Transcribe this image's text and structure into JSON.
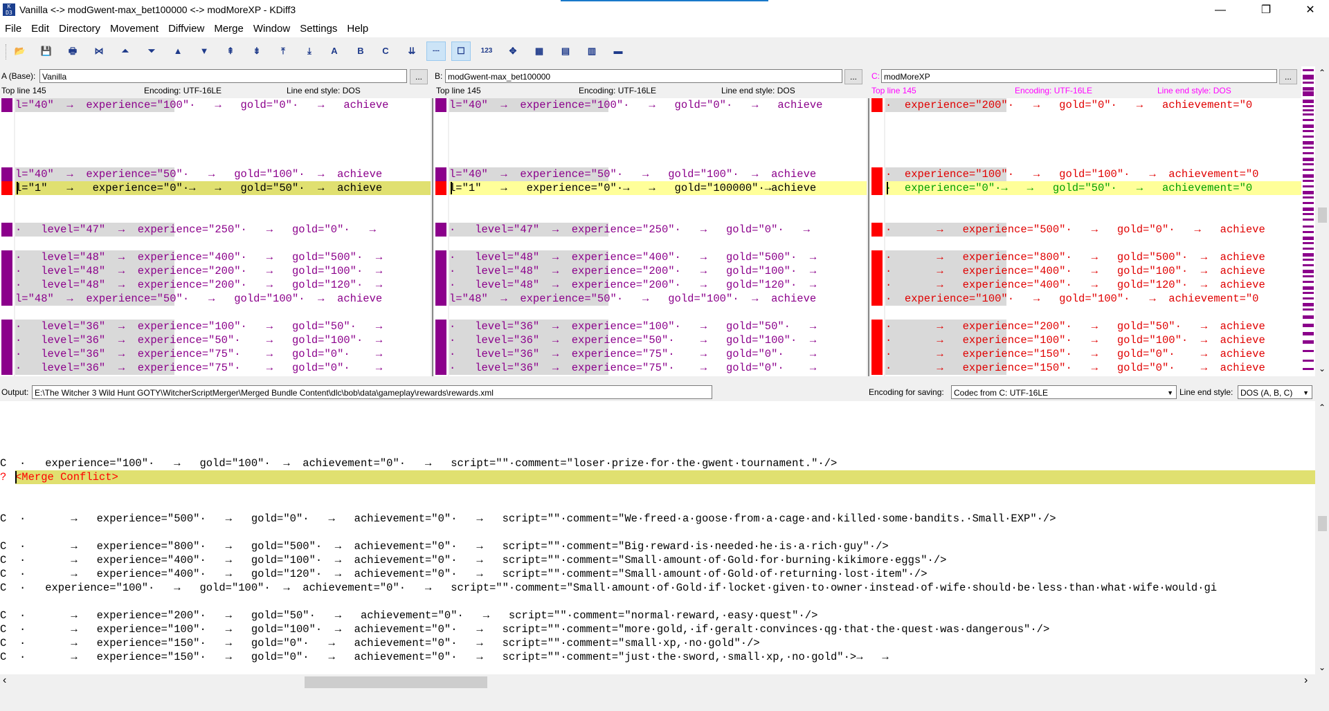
{
  "window": {
    "title": "Vanilla <-> modGwent-max_bet100000 <-> modMoreXP - KDiff3",
    "icon_text": "KDiff3",
    "minimize_glyph": "—",
    "maximize_glyph": "❐",
    "close_glyph": "✕"
  },
  "menu": [
    "File",
    "Edit",
    "Directory",
    "Movement",
    "Diffview",
    "Merge",
    "Window",
    "Settings",
    "Help"
  ],
  "toolbar": {
    "icons": [
      {
        "name": "open-icon",
        "glyph": "📂"
      },
      {
        "name": "save-icon",
        "glyph": "💾"
      },
      {
        "name": "print-icon",
        "glyph": "🖶"
      },
      {
        "name": "go-current-icon",
        "glyph": "⋈"
      },
      {
        "name": "go-top-icon",
        "glyph": "⏶"
      },
      {
        "name": "go-bottom-icon",
        "glyph": "⏷"
      },
      {
        "name": "prev-delta-icon",
        "glyph": "▲"
      },
      {
        "name": "next-delta-icon",
        "glyph": "▼"
      },
      {
        "name": "prev-conflict-icon",
        "glyph": "⇞"
      },
      {
        "name": "next-conflict-icon",
        "glyph": "⇟"
      },
      {
        "name": "prev-unsolved-icon",
        "glyph": "⤒"
      },
      {
        "name": "next-unsolved-icon",
        "glyph": "⤓"
      },
      {
        "name": "select-a-icon",
        "glyph": "A"
      },
      {
        "name": "select-b-icon",
        "glyph": "B"
      },
      {
        "name": "select-c-icon",
        "glyph": "C"
      },
      {
        "name": "auto-advance-icon",
        "glyph": "⇊"
      },
      {
        "name": "show-whitespace-icon",
        "glyph": "---"
      },
      {
        "name": "show-whitespace-chars-icon",
        "glyph": "☐"
      },
      {
        "name": "line-numbers-icon",
        "glyph": "123"
      },
      {
        "name": "overview-icon",
        "glyph": "✥"
      },
      {
        "name": "window-split-icon",
        "glyph": "▦"
      },
      {
        "name": "window-split-2-icon",
        "glyph": "▤"
      },
      {
        "name": "window-split-3-icon",
        "glyph": "▥"
      },
      {
        "name": "toggle-icon",
        "glyph": "▬"
      }
    ]
  },
  "panes": {
    "a": {
      "label": "A (Base):",
      "path": "Vanilla",
      "top_line": "Top line 145",
      "encoding": "Encoding: UTF-16LE",
      "line_end": "Line end style: DOS"
    },
    "b": {
      "label": "B:",
      "path": "modGwent-max_bet100000",
      "top_line": "Top line 145",
      "encoding": "Encoding: UTF-16LE",
      "line_end": "Line end style: DOS"
    },
    "c": {
      "label": "C:",
      "path": "modMoreXP",
      "top_line": "Top line 145",
      "encoding": "Encoding: UTF-16LE",
      "line_end": "Line end style: DOS"
    },
    "dots": "..."
  },
  "lines_a": [
    {
      "row": 0,
      "text": "l=\"40\"  →  experience=\"100\"·   →   gold=\"0\"·   →   achieve"
    },
    {
      "row": 5,
      "text": "l=\"40\"  →  experience=\"50\"·   →   gold=\"100\"·  →  achieve"
    },
    {
      "row": 6,
      "text": "l=\"1\"   →   experience=\"0\"·→   →   gold=\"50\"·  →  achieve"
    },
    {
      "row": 9,
      "text": "·   level=\"47\"  →  experience=\"250\"·   →   gold=\"0\"·   →"
    },
    {
      "row": 11,
      "text": "·   level=\"48\"  →  experience=\"400\"·   →   gold=\"500\"·  →"
    },
    {
      "row": 12,
      "text": "·   level=\"48\"  →  experience=\"200\"·   →   gold=\"100\"·  →"
    },
    {
      "row": 13,
      "text": "·   level=\"48\"  →  experience=\"200\"·   →   gold=\"120\"·  →"
    },
    {
      "row": 14,
      "text": "l=\"48\"  →  experience=\"50\"·   →   gold=\"100\"·  →  achieve"
    },
    {
      "row": 16,
      "text": "·   level=\"36\"  →  experience=\"100\"·   →   gold=\"50\"·   →"
    },
    {
      "row": 17,
      "text": "·   level=\"36\"  →  experience=\"50\"·    →   gold=\"100\"·  →"
    },
    {
      "row": 18,
      "text": "·   level=\"36\"  →  experience=\"75\"·    →   gold=\"0\"·    →"
    },
    {
      "row": 19,
      "text": "·   level=\"36\"  →  experience=\"75\"·    →   gold=\"0\"·    →"
    }
  ],
  "lines_b": [
    {
      "row": 0,
      "text": "l=\"40\"  →  experience=\"100\"·   →   gold=\"0\"·   →   achieve"
    },
    {
      "row": 5,
      "text": "l=\"40\"  →  experience=\"50\"·   →   gold=\"100\"·  →  achieve"
    },
    {
      "row": 6,
      "text": "l=\"1\"   →   experience=\"0\"·→   →   gold=\"100000\"·→achieve"
    },
    {
      "row": 9,
      "text": "·   level=\"47\"  →  experience=\"250\"·   →   gold=\"0\"·   →"
    },
    {
      "row": 11,
      "text": "·   level=\"48\"  →  experience=\"400\"·   →   gold=\"500\"·  →"
    },
    {
      "row": 12,
      "text": "·   level=\"48\"  →  experience=\"200\"·   →   gold=\"100\"·  →"
    },
    {
      "row": 13,
      "text": "·   level=\"48\"  →  experience=\"200\"·   →   gold=\"120\"·  →"
    },
    {
      "row": 14,
      "text": "l=\"48\"  →  experience=\"50\"·   →   gold=\"100\"·  →  achieve"
    },
    {
      "row": 16,
      "text": "·   level=\"36\"  →  experience=\"100\"·   →   gold=\"50\"·   →"
    },
    {
      "row": 17,
      "text": "·   level=\"36\"  →  experience=\"50\"·    →   gold=\"100\"·  →"
    },
    {
      "row": 18,
      "text": "·   level=\"36\"  →  experience=\"75\"·    →   gold=\"0\"·    →"
    },
    {
      "row": 19,
      "text": "·   level=\"36\"  →  experience=\"75\"·    →   gold=\"0\"·    →"
    }
  ],
  "lines_c": [
    {
      "row": 0,
      "text": "·  experience=\"200\"·   →   gold=\"0\"·   →   achievement=\"0"
    },
    {
      "row": 5,
      "text": "·  experience=\"100\"·   →   gold=\"100\"·   →  achievement=\"0"
    },
    {
      "row": 6,
      "text": "·  experience=\"0\"·→   →   gold=\"50\"·   →   achievement=\"0"
    },
    {
      "row": 9,
      "text": "·       →   experience=\"500\"·   →   gold=\"0\"·   →   achieve"
    },
    {
      "row": 11,
      "text": "·       →   experience=\"800\"·   →   gold=\"500\"·  →  achieve"
    },
    {
      "row": 12,
      "text": "·       →   experience=\"400\"·   →   gold=\"100\"·  →  achieve"
    },
    {
      "row": 13,
      "text": "·       →   experience=\"400\"·   →   gold=\"120\"·  →  achieve"
    },
    {
      "row": 14,
      "text": "·  experience=\"100\"·   →   gold=\"100\"·   →  achievement=\"0"
    },
    {
      "row": 16,
      "text": "·       →   experience=\"200\"·   →   gold=\"50\"·   →  achieve"
    },
    {
      "row": 17,
      "text": "·       →   experience=\"100\"·   →   gold=\"100\"·  →  achieve"
    },
    {
      "row": 18,
      "text": "·       →   experience=\"150\"·   →   gold=\"0\"·    →  achieve"
    },
    {
      "row": 19,
      "text": "·       →   experience=\"150\"·   →   gold=\"0\"·    →  achieve"
    }
  ],
  "output": {
    "label": "Output:",
    "path": "E:\\The Witcher 3 Wild Hunt GOTY\\WitcherScriptMerger\\Merged Bundle Content\\dlc\\bob\\data\\gameplay\\rewards\\rewards.xml",
    "encoding_label": "Encoding for saving:",
    "encoding_value": "Codec from C: UTF-16LE",
    "line_end_label": "Line end style:",
    "line_end_value": "DOS (A, B, C)"
  },
  "merge_lines": [
    {
      "row": 4,
      "src": "C",
      "text": "·   experience=\"100\"·   →   gold=\"100\"·  →  achievement=\"0\"·   →   script=\"\"·comment=\"loser·prize·for·the·gwent·tournament.\"·/>"
    },
    {
      "row": 5,
      "src": "?",
      "text": "<Merge Conflict>"
    },
    {
      "row": 8,
      "src": "C",
      "text": "·       →   experience=\"500\"·   →   gold=\"0\"·   →   achievement=\"0\"·   →   script=\"\"·comment=\"We·freed·a·goose·from·a·cage·and·killed·some·bandits.·Small·EXP\"·/>"
    },
    {
      "row": 10,
      "src": "C",
      "text": "·       →   experience=\"800\"·   →   gold=\"500\"·  →  achievement=\"0\"·   →   script=\"\"·comment=\"Big·reward·is·needed·he·is·a·rich·guy\"·/>"
    },
    {
      "row": 11,
      "src": "C",
      "text": "·       →   experience=\"400\"·   →   gold=\"100\"·  →  achievement=\"0\"·   →   script=\"\"·comment=\"Small·amount·of·Gold·for·burning·kikimore·eggs\"·/>"
    },
    {
      "row": 12,
      "src": "C",
      "text": "·       →   experience=\"400\"·   →   gold=\"120\"·  →  achievement=\"0\"·   →   script=\"\"·comment=\"Small·amount·of·Gold·of·returning·lost·item\"·/>"
    },
    {
      "row": 13,
      "src": "C",
      "text": "·   experience=\"100\"·   →   gold=\"100\"·  →  achievement=\"0\"·   →   script=\"\"·comment=\"Small·amount·of·Gold·if·locket·given·to·owner·instead·of·wife·should·be·less·than·what·wife·would·gi"
    },
    {
      "row": 15,
      "src": "C",
      "text": "·       →   experience=\"200\"·   →   gold=\"50\"·   →   achievement=\"0\"·   →   script=\"\"·comment=\"normal·reward,·easy·quest\"·/>"
    },
    {
      "row": 16,
      "src": "C",
      "text": "·       →   experience=\"100\"·   →   gold=\"100\"·  →  achievement=\"0\"·   →   script=\"\"·comment=\"more·gold,·if·geralt·convinces·qg·that·the·quest·was·dangerous\"·/>"
    },
    {
      "row": 17,
      "src": "C",
      "text": "·       →   experience=\"150\"·   →   gold=\"0\"·   →   achievement=\"0\"·   →   script=\"\"·comment=\"small·xp,·no·gold\"·/>"
    },
    {
      "row": 18,
      "src": "C",
      "text": "·       →   experience=\"150\"·   →   gold=\"0\"·   →   achievement=\"0\"·   →   script=\"\"·comment=\"just·the·sword,·small·xp,·no·gold\"·>→   →"
    }
  ],
  "scroll": {
    "up": "⌃",
    "down": "⌄",
    "left": "‹",
    "right": "›"
  },
  "colors": {
    "purple": "#8b008b",
    "red": "#ff0000",
    "conflict_yellow": "#ffff99",
    "merge_conflict_bg": "#e0e070",
    "c_header": "#ff00ff",
    "changed_bg": "#d9d9d9",
    "green_text": "#00a000"
  }
}
